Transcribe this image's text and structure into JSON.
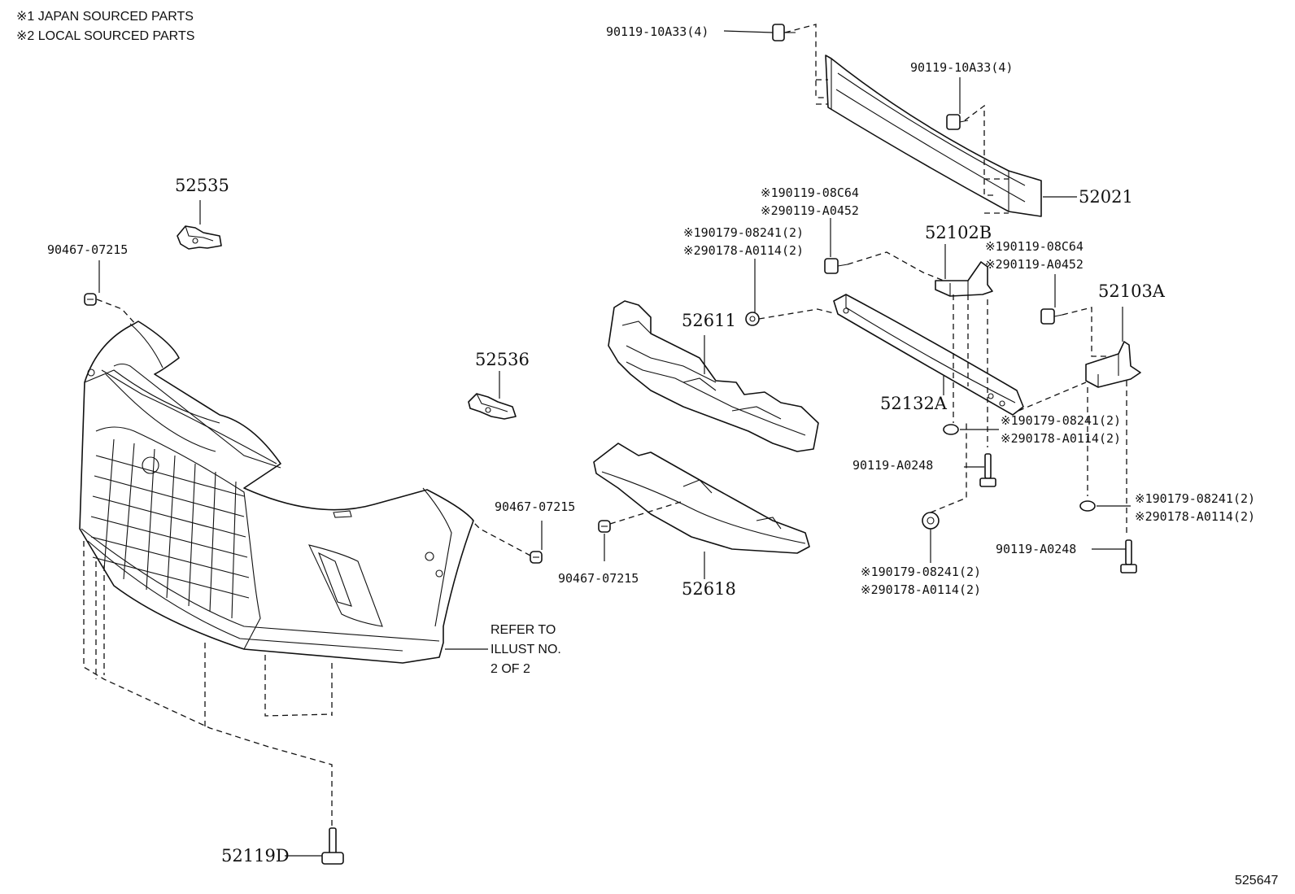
{
  "notes": {
    "line1": "※1 JAPAN SOURCED PARTS",
    "line2": "※2 LOCAL SOURCED PARTS"
  },
  "labels": {
    "p52535": "52535",
    "p52536": "52536",
    "p90467_upper_left": "90467-07215",
    "p90467_mid": "90467-07215",
    "p90467_lower": "90467-07215",
    "p90119_10A33_top": "90119-10A33(4)",
    "p90119_10A33_right": "90119-10A33(4)",
    "p52021": "52021",
    "p52102B": "52102B",
    "p52103A": "52103A",
    "p52611": "52611",
    "p52618": "52618",
    "p52132A": "52132A",
    "p52119D": "52119D",
    "p90119_A0248_mid": "90119-A0248",
    "p90119_A0248_right": "90119-A0248",
    "grp_bolt_left": {
      "l1": "※190119-08C64",
      "l2": "※290119-A0452"
    },
    "grp_bolt_right": {
      "l1": "※190119-08C64",
      "l2": "※290119-A0452"
    },
    "grp_nut_upper": {
      "l1": "※190179-08241(2)",
      "l2": "※290178-A0114(2)"
    },
    "grp_nut_center": {
      "l1": "※190179-08241(2)",
      "l2": "※290178-A0114(2)"
    },
    "grp_nut_right": {
      "l1": "※190179-08241(2)",
      "l2": "※290178-A0114(2)"
    },
    "grp_nut_lower": {
      "l1": "※190179-08241(2)",
      "l2": "※290178-A0114(2)"
    },
    "refer": {
      "l1": "REFER TO",
      "l2": "ILLUST NO.",
      "l3": "2 OF 2"
    },
    "illust_id": "525647"
  }
}
